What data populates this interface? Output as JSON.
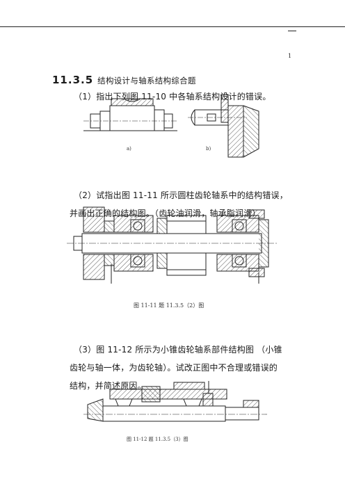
{
  "header": {
    "page_number": "1",
    "dash": "—"
  },
  "section": {
    "number": "11.3.5",
    "title": "结构设计与轴系结构综合题"
  },
  "q1": {
    "text": "（1）指出下列图 11-10 中各轴系结构设计的错误。",
    "label_a": "a)",
    "label_b": "b)"
  },
  "q2": {
    "line1": "（2）试指出图 11-11 所示圆柱齿轮轴系中的结构错误，",
    "line2": "并画出正确的结构图。（齿轮油润滑，轴承脂润滑）",
    "caption": "图 11-11   题 11.3.5（2）图"
  },
  "q3": {
    "line1": "（3）图 11-12 所示为小锥齿轮轴系部件结构图 （小锥",
    "line2": "齿轮与轴一体，为齿轮轴）。试改正图中不合理或错误的",
    "line3": "结构，并简述原因。",
    "caption": "图 11-12   题 11.3.5（3）图"
  },
  "colors": {
    "ink": "#1a1a1a",
    "hatch": "#333333"
  }
}
